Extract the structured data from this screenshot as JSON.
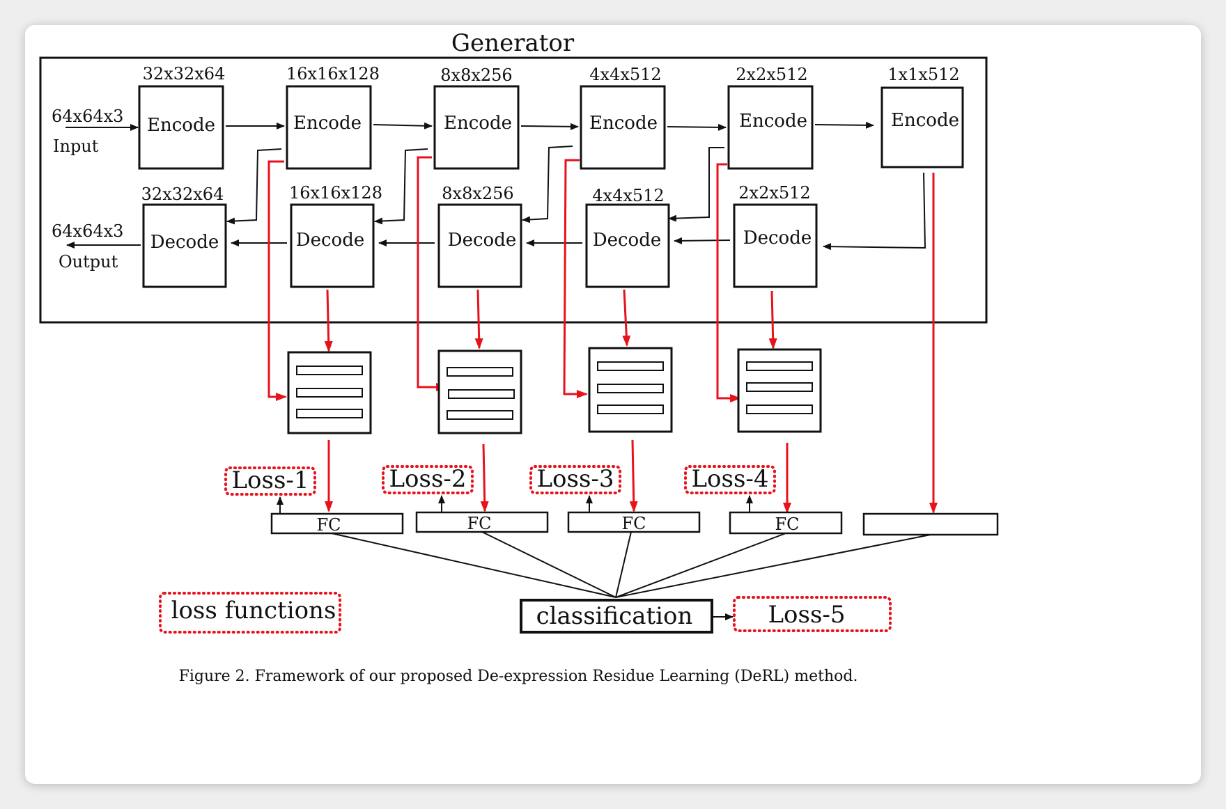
{
  "generator_title": "Generator",
  "input": {
    "dim": "64x64x3",
    "label": "Input"
  },
  "output": {
    "dim": "64x64x3",
    "label": "Output"
  },
  "encoders": [
    {
      "dim": "32x32x64",
      "label": "Encode"
    },
    {
      "dim": "16x16x128",
      "label": "Encode"
    },
    {
      "dim": "8x8x256",
      "label": "Encode"
    },
    {
      "dim": "4x4x512",
      "label": "Encode"
    },
    {
      "dim": "2x2x512",
      "label": "Encode"
    },
    {
      "dim": "1x1x512",
      "label": "Encode"
    }
  ],
  "decoders": [
    {
      "dim": "32x32x64",
      "label": "Decode"
    },
    {
      "dim": "16x16x128",
      "label": "Decode"
    },
    {
      "dim": "8x8x256",
      "label": "Decode"
    },
    {
      "dim": "4x4x512",
      "label": "Decode"
    },
    {
      "dim": "2x2x512",
      "label": "Decode"
    }
  ],
  "losses": [
    "Loss-1",
    "Loss-2",
    "Loss-3",
    "Loss-4"
  ],
  "fc_label": "FC",
  "legend_label": "loss functions",
  "classification_label": "classification",
  "loss5_label": "Loss-5",
  "caption": "Figure 2. Framework of our proposed De-expression Residue Learning (DeRL) method.",
  "colors": {
    "residue_arrow": "#e8121c",
    "loss_dots": "#e8121c",
    "stroke": "#111111",
    "background": "#ffffff"
  }
}
